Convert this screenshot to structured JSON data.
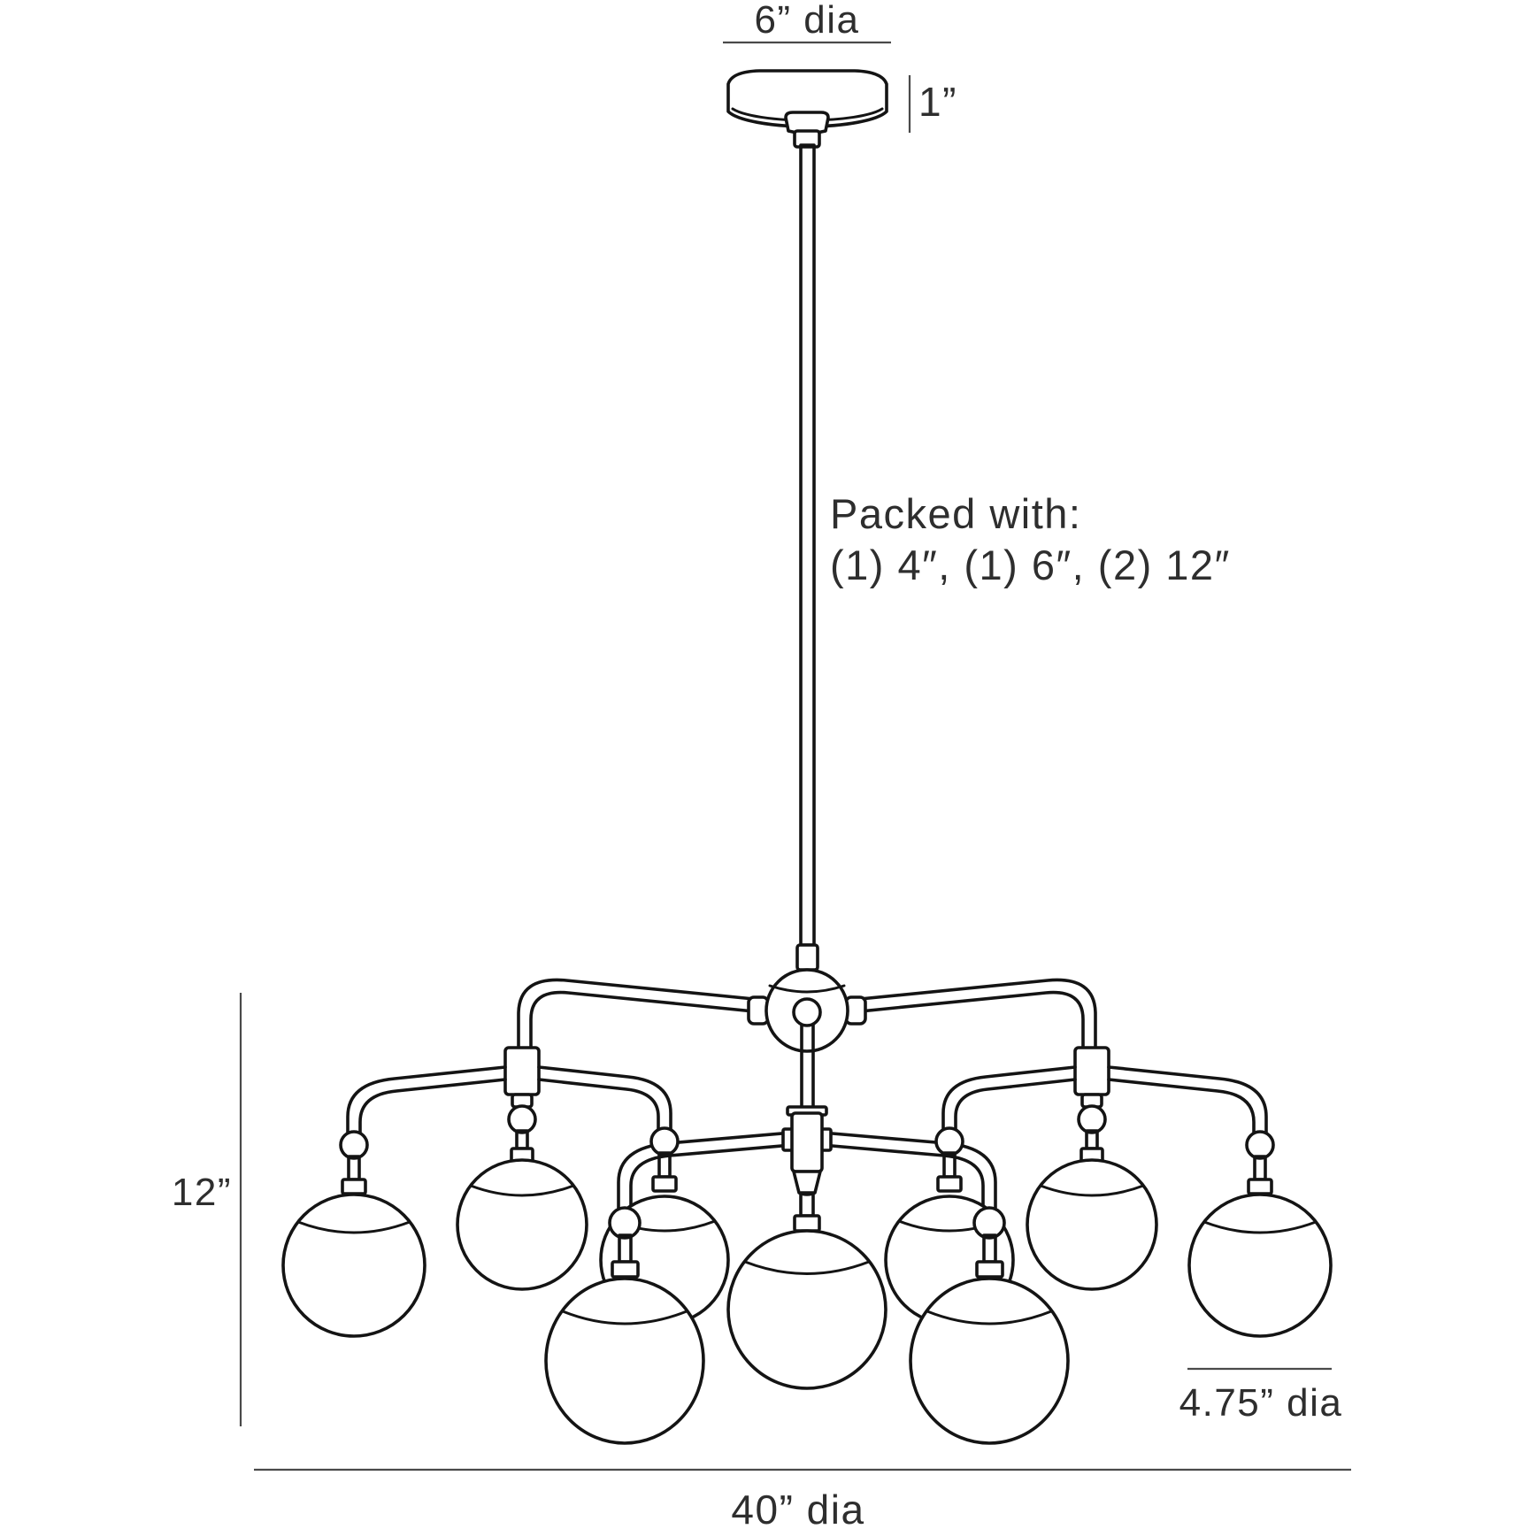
{
  "diagram": {
    "kind": "chandelier-dimension-drawing",
    "globe_count": 9,
    "labels": {
      "canopy_diameter": "6” dia",
      "canopy_height": "1”",
      "packed_title": "Packed with:",
      "packed_rods": "(1) 4″, (1) 6″, (2) 12″",
      "body_height": "12”",
      "globe_diameter": "4.75” dia",
      "overall_diameter": "40” dia"
    },
    "colors": {
      "background": "#ffffff",
      "line": "#141414",
      "dimension_line": "#4a4a4a",
      "text": "#2e2e2e"
    }
  }
}
